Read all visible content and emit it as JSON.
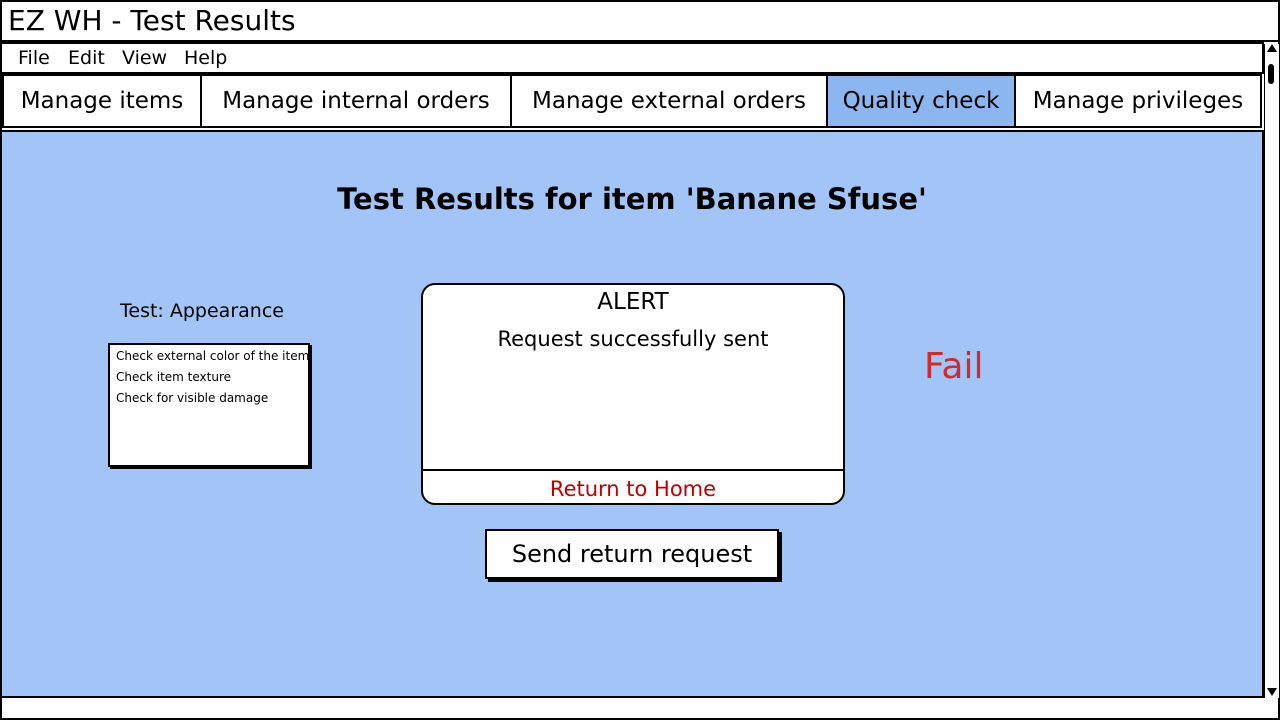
{
  "window": {
    "title": "EZ WH - Test Results"
  },
  "menu": {
    "items": [
      "File",
      "Edit",
      "View",
      "Help"
    ]
  },
  "tabs": [
    {
      "label": "Manage items",
      "active": false
    },
    {
      "label": "Manage internal orders",
      "active": false
    },
    {
      "label": "Manage external orders",
      "active": false
    },
    {
      "label": "Quality check",
      "active": true
    },
    {
      "label": "Manage privileges",
      "active": false
    }
  ],
  "main": {
    "title": "Test Results for item 'Banane Sfuse'",
    "test_label": "Test: Appearance",
    "checklist": [
      "Check external color of the item",
      "Check item texture",
      "Check for visible damage"
    ],
    "result": "Fail",
    "send_button_label": "Send return request"
  },
  "alert": {
    "title": "ALERT",
    "message": "Request successfully sent",
    "link_label": "Return to Home"
  },
  "colors": {
    "content_bg": "#a2c4f6",
    "active_tab": "#8bb6ef",
    "fail_text": "#d12a2a",
    "link_text": "#c00000"
  }
}
